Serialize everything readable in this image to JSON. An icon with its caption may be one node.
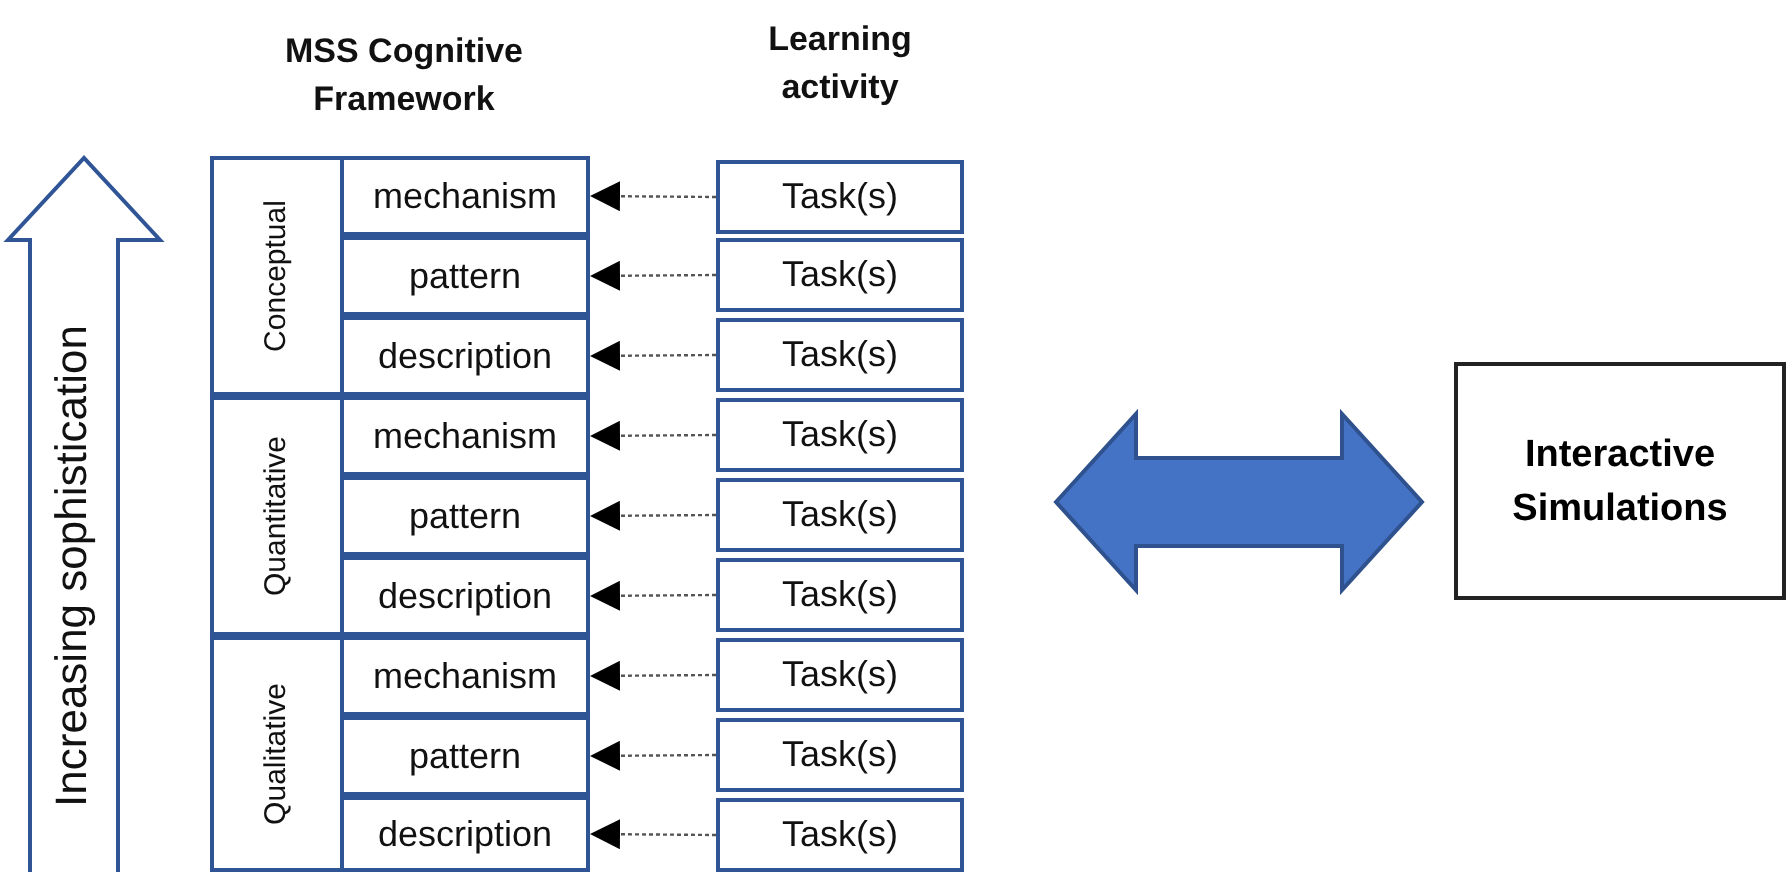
{
  "diagram": {
    "nodes": [
      {
        "text": [
          "MSS Cognitive Framework"
        ]
      },
      {
        "text": [
          "Conceptual"
        ],
        "in": 0
      },
      {
        "text": [
          "mechanism"
        ],
        "in": 1
      },
      {
        "text": [
          "pattern"
        ],
        "in": 1
      },
      {
        "text": [
          "description"
        ],
        "in": 1
      },
      {
        "text": [
          "Quantitative"
        ],
        "in": 0
      },
      {
        "text": [
          "mechanism"
        ],
        "in": 5
      },
      {
        "text": [
          "pattern"
        ],
        "in": 5
      },
      {
        "text": [
          "description"
        ],
        "in": 5
      },
      {
        "text": [
          "Qualitative"
        ],
        "in": 0
      },
      {
        "text": [
          "mechanism"
        ],
        "in": 9
      },
      {
        "text": [
          "pattern"
        ],
        "in": 9
      },
      {
        "text": [
          "description"
        ],
        "in": 9
      },
      {
        "text": [
          "Task(s)"
        ]
      },
      {
        "text": [
          "Task(s)"
        ]
      },
      {
        "text": [
          "Task(s)"
        ]
      },
      {
        "text": [
          "Task(s)"
        ]
      },
      {
        "text": [
          "Task(s)"
        ]
      },
      {
        "text": [
          "Task(s)"
        ]
      },
      {
        "text": [
          "Task(s)"
        ]
      },
      {
        "text": [
          "Task(s)"
        ]
      },
      {
        "text": [
          "Task(s)"
        ]
      },
      {
        "text": [
          "Increasing sophistication"
        ]
      },
      {
        "text": [
          "Interactive Simulations"
        ]
      }
    ],
    "edges": [
      {
        "from": 13,
        "to": 2,
        "arrow": "to",
        "style": "dashed"
      },
      {
        "from": 14,
        "to": 3,
        "arrow": "to",
        "style": "dashed"
      },
      {
        "from": 15,
        "to": 4,
        "arrow": "to",
        "style": "dashed"
      },
      {
        "from": 16,
        "to": 6,
        "arrow": "to",
        "style": "dashed"
      },
      {
        "from": 17,
        "to": 7,
        "arrow": "to",
        "style": "dashed"
      },
      {
        "from": 18,
        "to": 8,
        "arrow": "to",
        "style": "dashed"
      },
      {
        "from": 19,
        "to": 10,
        "arrow": "to",
        "style": "dashed"
      },
      {
        "from": 20,
        "to": 11,
        "arrow": "to",
        "style": "dashed"
      },
      {
        "from": 21,
        "to": 12,
        "arrow": "to",
        "style": "dashed"
      },
      {
        "from": null,
        "to": 23,
        "arrow": "both",
        "style": "thick",
        "color": "#4472c4"
      }
    ],
    "labels": [
      "Learning activity"
    ]
  }
}
